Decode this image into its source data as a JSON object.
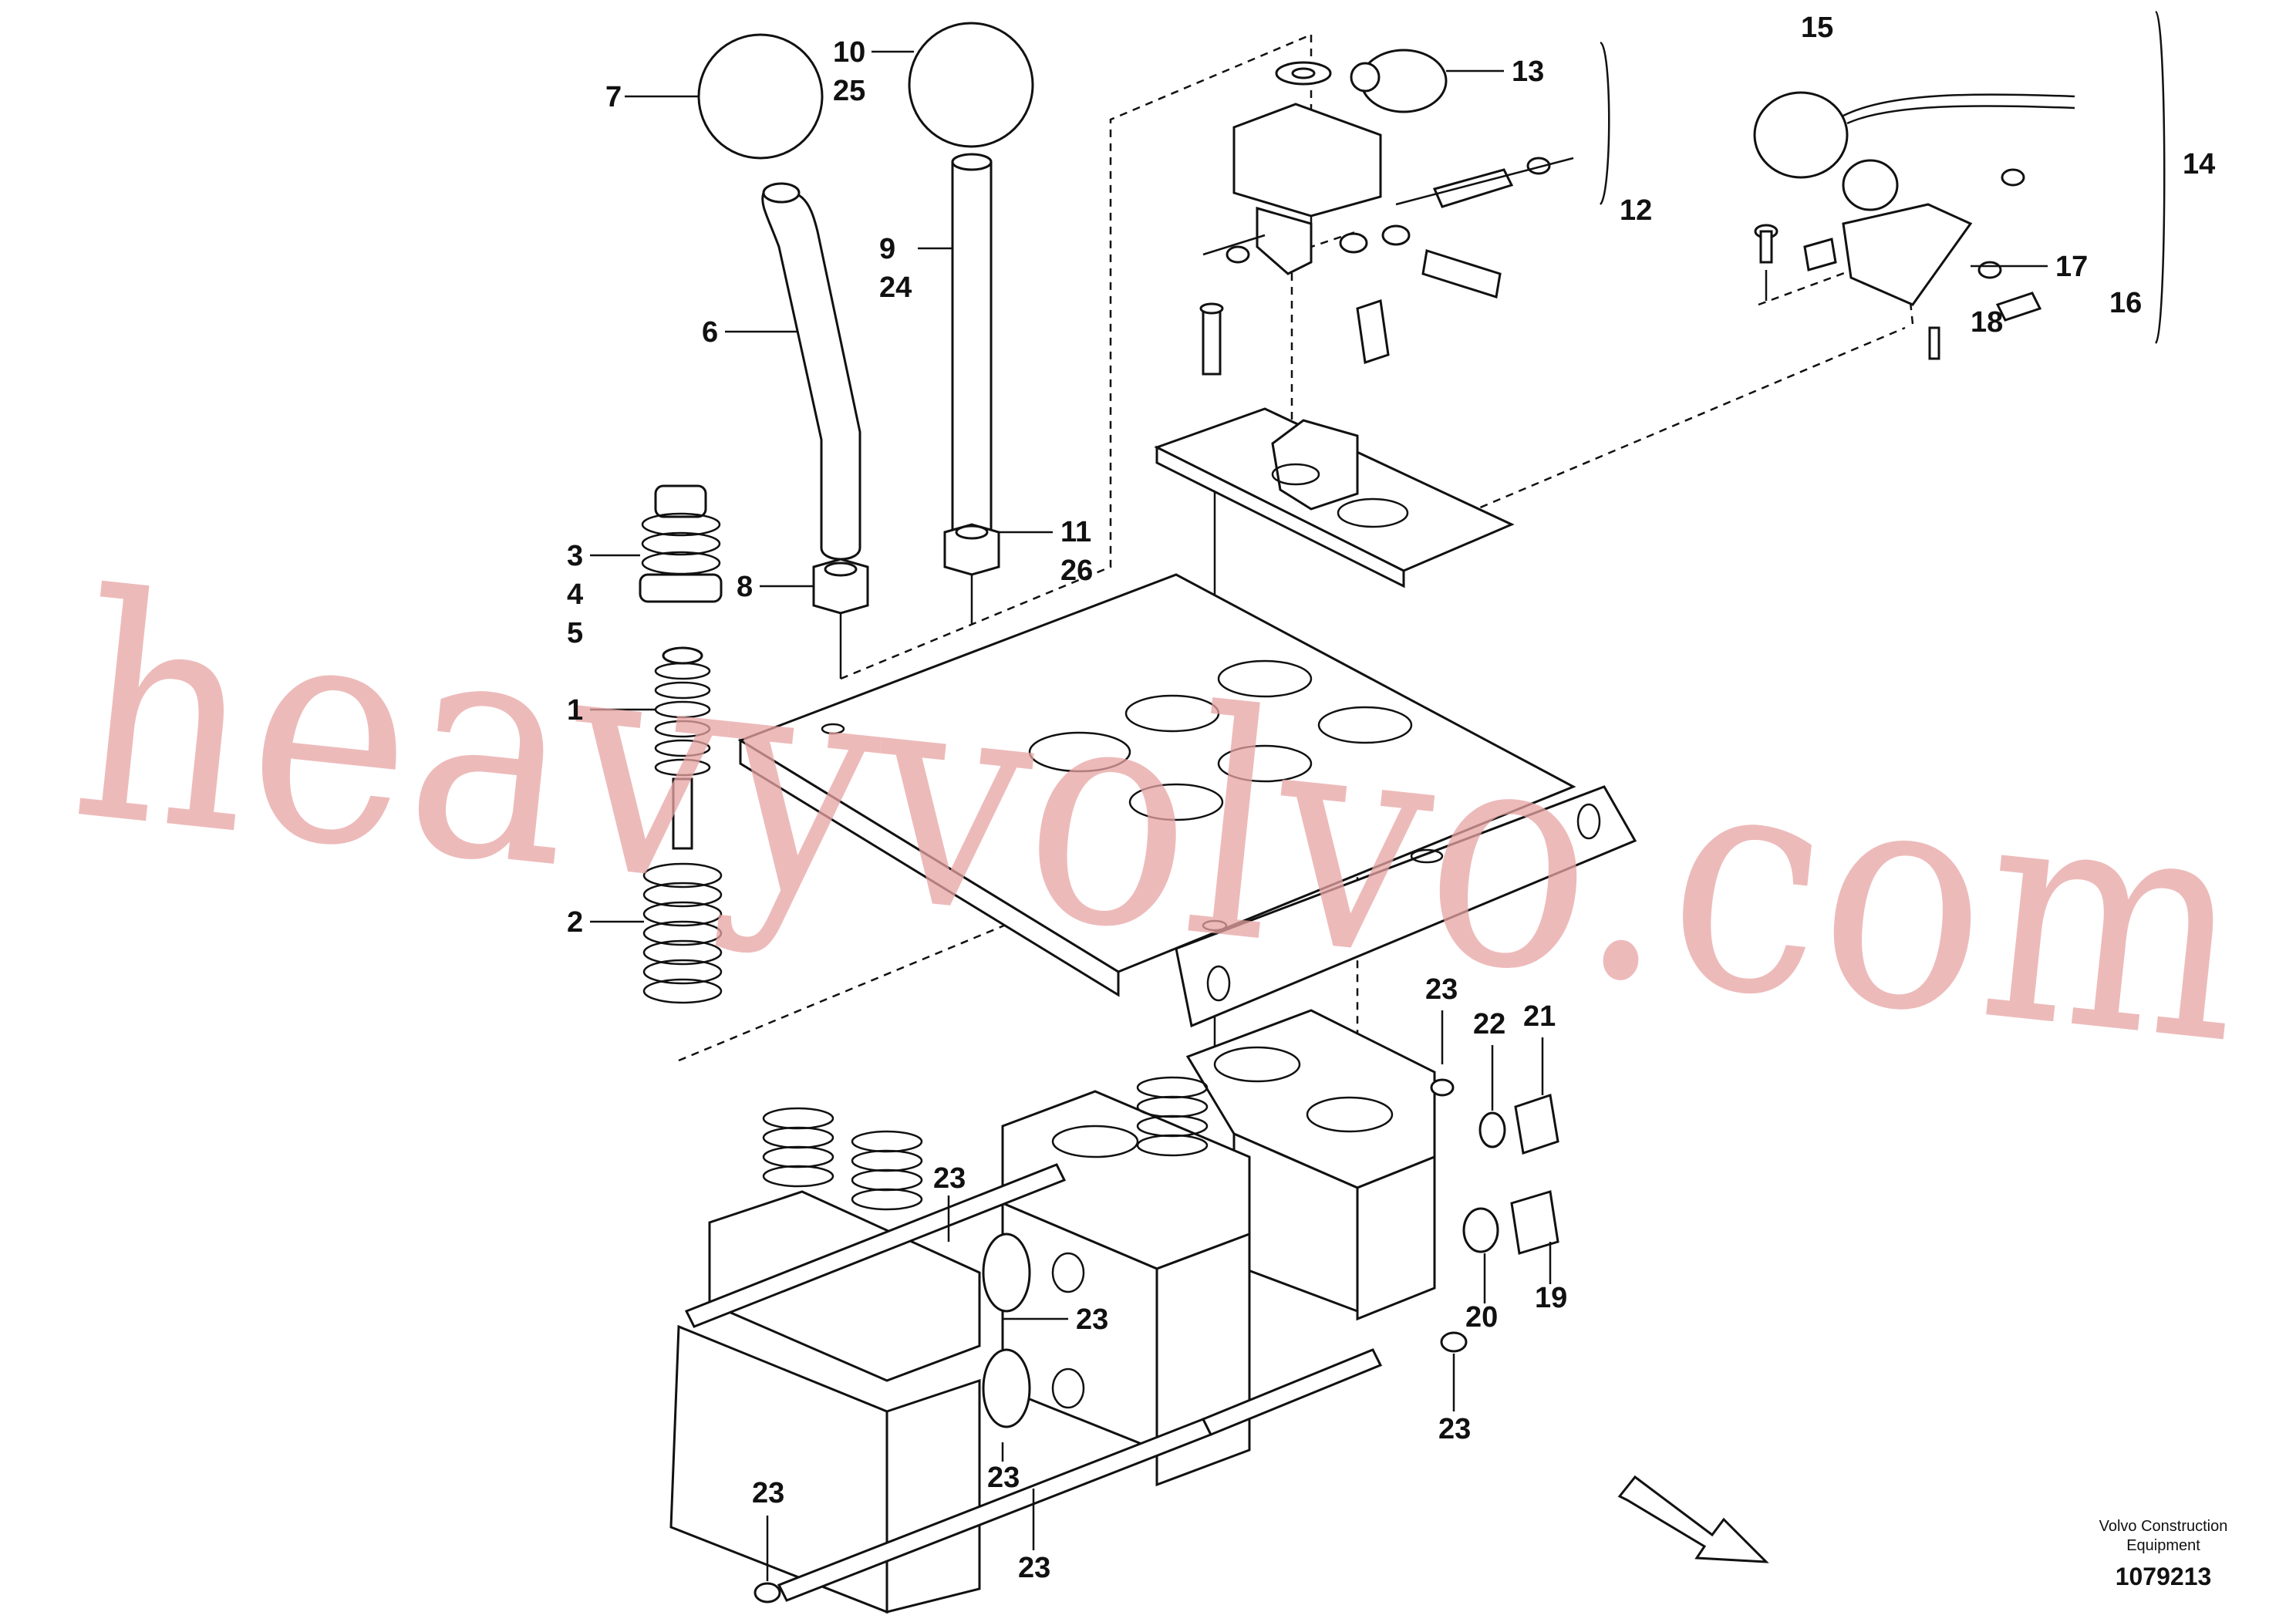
{
  "diagram": {
    "callouts": [
      {
        "id": "c7",
        "text": "7"
      },
      {
        "id": "c10",
        "text": "10"
      },
      {
        "id": "c25",
        "text": "25"
      },
      {
        "id": "c13",
        "text": "13"
      },
      {
        "id": "c15",
        "text": "15"
      },
      {
        "id": "c14",
        "text": "14"
      },
      {
        "id": "c12",
        "text": "12"
      },
      {
        "id": "c9",
        "text": "9"
      },
      {
        "id": "c24",
        "text": "24"
      },
      {
        "id": "c6",
        "text": "6"
      },
      {
        "id": "c17",
        "text": "17"
      },
      {
        "id": "c16",
        "text": "16"
      },
      {
        "id": "c18",
        "text": "18"
      },
      {
        "id": "c3",
        "text": "3"
      },
      {
        "id": "c4",
        "text": "4"
      },
      {
        "id": "c5",
        "text": "5"
      },
      {
        "id": "c8",
        "text": "8"
      },
      {
        "id": "c11",
        "text": "11"
      },
      {
        "id": "c26",
        "text": "26"
      },
      {
        "id": "c1",
        "text": "1"
      },
      {
        "id": "c2",
        "text": "2"
      },
      {
        "id": "c23a",
        "text": "23"
      },
      {
        "id": "c22",
        "text": "22"
      },
      {
        "id": "c21",
        "text": "21"
      },
      {
        "id": "c23b",
        "text": "23"
      },
      {
        "id": "c23c",
        "text": "23"
      },
      {
        "id": "c20",
        "text": "20"
      },
      {
        "id": "c19",
        "text": "19"
      },
      {
        "id": "c23d",
        "text": "23"
      },
      {
        "id": "c23e",
        "text": "23"
      },
      {
        "id": "c23f",
        "text": "23"
      },
      {
        "id": "c23g",
        "text": "23"
      }
    ],
    "credit_line1": "Volvo Construction",
    "credit_line2": "Equipment",
    "figure_number": "1079213",
    "watermark": "heavyvolvo.com"
  }
}
